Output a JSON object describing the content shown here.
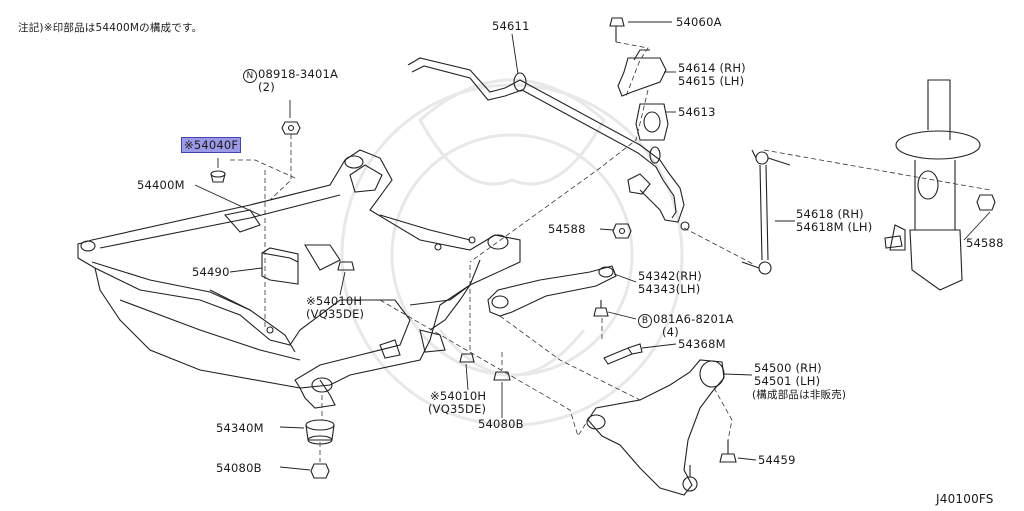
{
  "note": "注記)※印部品は54400Mの構成です。",
  "diagram_code": "J40100FS",
  "parts": {
    "p54611": "54611",
    "p54060A": "54060A",
    "p54614": "54614 (RH)",
    "p54615": "54615 (LH)",
    "p54613": "54613",
    "p08918_badge": "N",
    "p08918": "08918-3401A",
    "p08918_qty": "(2)",
    "p54040F": "※54040F",
    "p54400M": "54400M",
    "p54490": "54490",
    "p54010H_a": "※54010H",
    "p54010H_a_sub": "(VQ35DE)",
    "p54588_a": "54588",
    "p54618": "54618 (RH)",
    "p54618M": "54618M (LH)",
    "p54588_b": "54588",
    "p54342": "54342(RH)",
    "p54343": "54343(LH)",
    "p081A6_badge": "B",
    "p081A6": "081A6-8201A",
    "p081A6_qty": "(4)",
    "p54368M": "54368M",
    "p54500": "54500 (RH)",
    "p54501": "54501 (LH)",
    "p54500_note": "(構成部品は非販売)",
    "p54010H_b": "※54010H",
    "p54010H_b_sub": "(VQ35DE)",
    "p54080B_a": "54080B",
    "p54340M": "54340M",
    "p54080B_b": "54080B",
    "p54459": "54459"
  },
  "colors": {
    "line": "#222222",
    "highlight": "#9a9ae6",
    "watermark": "#e6e6e6"
  }
}
